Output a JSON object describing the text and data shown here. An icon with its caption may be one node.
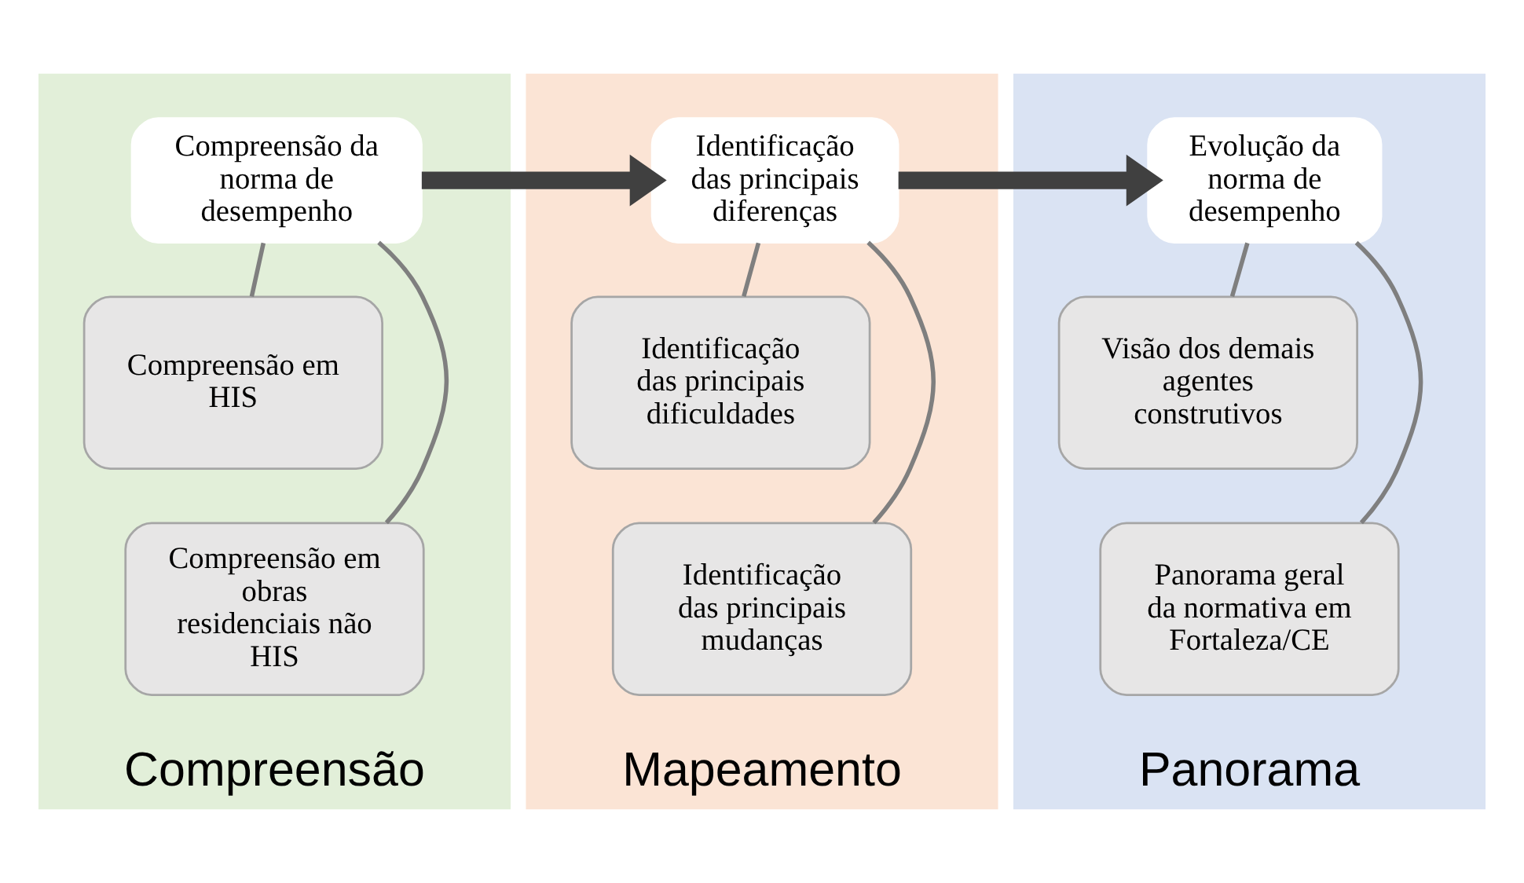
{
  "diagram": {
    "nodes": [
      {
        "text": [
          "Compreensão"
        ]
      },
      {
        "text": [
          "Compreensão da norma de desempenho"
        ],
        "in": 0
      },
      {
        "text": [
          "Compreensão em HIS"
        ],
        "in": 0
      },
      {
        "text": [
          "Compreensão em obras residenciais não HIS"
        ],
        "in": 0
      },
      {
        "text": [
          "Mapeamento"
        ]
      },
      {
        "text": [
          "Identificação das principais diferenças"
        ],
        "in": 4
      },
      {
        "text": [
          "Identificação das principais dificuldades"
        ],
        "in": 4
      },
      {
        "text": [
          "Identificação das principais mudanças"
        ],
        "in": 4
      },
      {
        "text": [
          "Panorama"
        ]
      },
      {
        "text": [
          "Evolução da norma de desempenho"
        ],
        "in": 8
      },
      {
        "text": [
          "Visão dos demais agentes construtivos"
        ],
        "in": 8
      },
      {
        "text": [
          "Panorama geral da normativa em Fortaleza/CE"
        ],
        "in": 8
      }
    ],
    "edges": [
      {
        "from": 1,
        "to": 2,
        "arrow": "none"
      },
      {
        "from": 1,
        "to": 3,
        "arrow": "none"
      },
      {
        "from": 5,
        "to": 6,
        "arrow": "none"
      },
      {
        "from": 5,
        "to": 7,
        "arrow": "none"
      },
      {
        "from": 9,
        "to": 10,
        "arrow": "none"
      },
      {
        "from": 9,
        "to": 11,
        "arrow": "none"
      },
      {
        "from": 1,
        "to": 5,
        "arrow": "to",
        "style": "thick",
        "color": "#404040"
      },
      {
        "from": 5,
        "to": 9,
        "arrow": "to",
        "style": "thick",
        "color": "#404040"
      }
    ]
  }
}
